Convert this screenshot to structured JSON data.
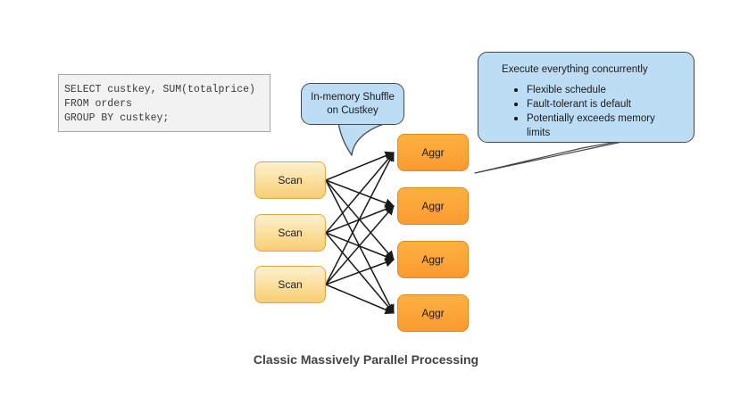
{
  "diagram": {
    "caption": "Classic Massively Parallel Processing",
    "sql": {
      "lines": [
        "SELECT custkey, SUM(totalprice)",
        "FROM orders",
        "GROUP BY custkey;"
      ]
    },
    "shuffle_callout": {
      "text": "In-memory Shuffle on Custkey"
    },
    "exec_callout": {
      "heading": "Execute everything concurrently",
      "bullets": [
        "Flexible schedule",
        "Fault-tolerant is default",
        "Potentially exceeds memory limits"
      ]
    },
    "scan_nodes": [
      {
        "label": "Scan"
      },
      {
        "label": "Scan"
      },
      {
        "label": "Scan"
      }
    ],
    "aggr_nodes": [
      {
        "label": "Aggr"
      },
      {
        "label": "Aggr"
      },
      {
        "label": "Aggr"
      },
      {
        "label": "Aggr"
      }
    ],
    "colors": {
      "scan_fill": "#fbdf9e",
      "aggr_fill": "#fba538",
      "callout_fill": "#bdddf5",
      "sql_fill": "#f2f2f2",
      "edge": "#1a1a1a",
      "caption": "#434343"
    }
  }
}
